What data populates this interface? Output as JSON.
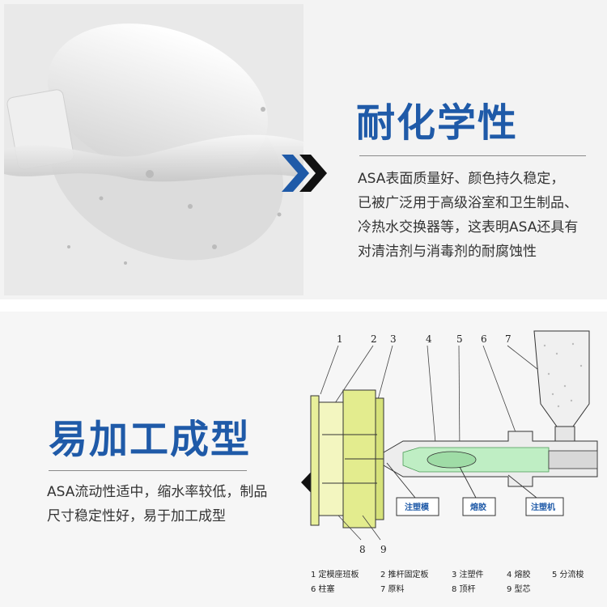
{
  "top": {
    "heading": "耐化学性",
    "lines": [
      "ASA表面质量好、颜色持久稳定，",
      "已被广泛用于高级浴室和卫生制品、",
      "冷热水交换器等，这表明ASA还具有",
      "对清洁剂与消毒剂的耐腐蚀性"
    ]
  },
  "bottom": {
    "heading": "易加工成型",
    "lines": [
      "ASA流动性适中，缩水率较低，制品",
      "尺寸稳定性好，易于加工成型"
    ],
    "diagram": {
      "numbers": [
        "1",
        "2",
        "3",
        "4",
        "5",
        "6",
        "7",
        "8",
        "9"
      ],
      "boxes": [
        "注塑模",
        "熔胶",
        "注塑机"
      ],
      "legend_row1": [
        "1 定模座班板",
        "2 推杆固定板",
        "3 注塑件",
        "4 熔胶",
        "5 分流梭"
      ],
      "legend_row2": [
        "6 柱塞",
        "7 原料",
        "8 顶杆",
        "9 型芯"
      ]
    }
  },
  "colors": {
    "accent": "#1f5aa8",
    "chevron_dark": "#111111"
  }
}
